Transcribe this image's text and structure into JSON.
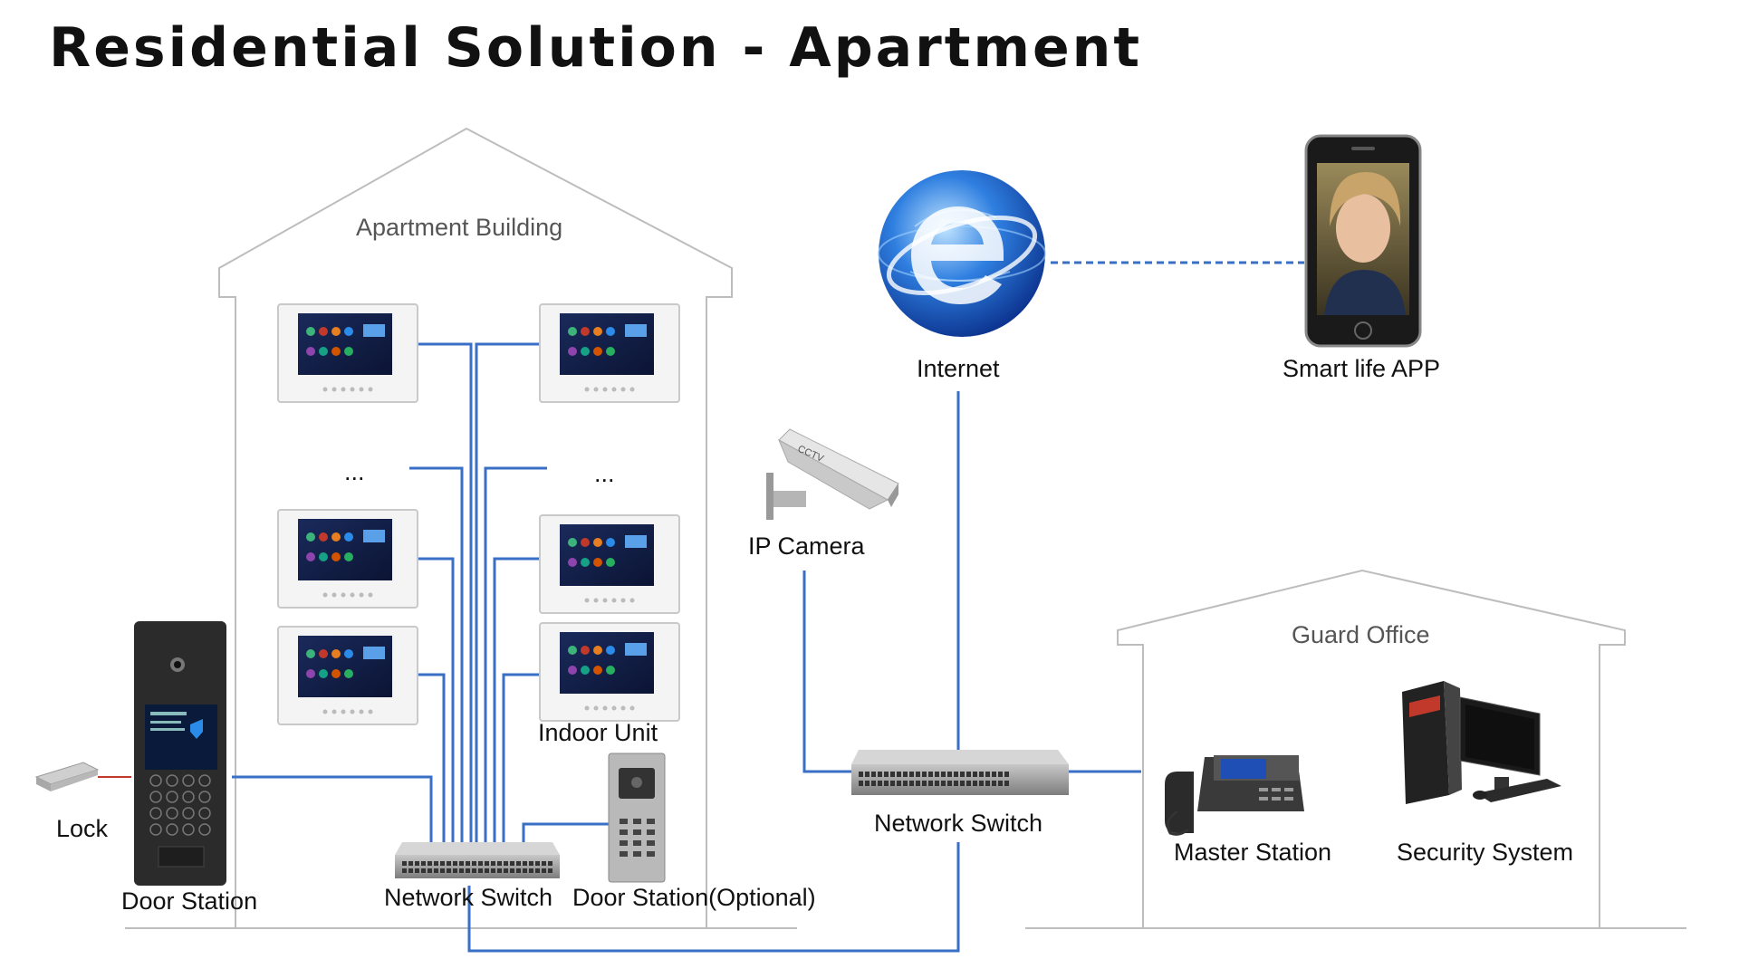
{
  "title": "Residential Solution - Apartment",
  "labels": {
    "apartment_building": "Apartment Building",
    "guard_office": "Guard Office",
    "internet": "Internet",
    "smart_life_app": "Smart life APP",
    "ip_camera": "IP Camera",
    "indoor_unit": "Indoor Unit",
    "ellipsis_left": "...",
    "ellipsis_right": "...",
    "lock": "Lock",
    "door_station": "Door Station",
    "network_switch_building": "Network Switch",
    "door_station_optional": "Door Station(Optional)",
    "network_switch_main": "Network Switch",
    "master_station": "Master Station",
    "security_system": "Security System",
    "camera_text": "CCTV"
  },
  "colors": {
    "line_blue": "#3a6fc6",
    "building_outline": "#bdbdbd",
    "device_dark": "#2b2b2b"
  }
}
